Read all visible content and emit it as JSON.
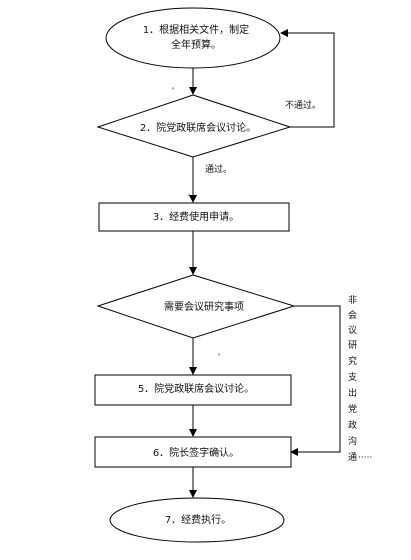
{
  "flowchart": {
    "nodes": {
      "step1": {
        "line1": "1．根据相关文件，制定",
        "line2": "全年预算。"
      },
      "step2": {
        "label": "2．院党政联席会议讨论。"
      },
      "step3": {
        "label": "3．经费使用申请。"
      },
      "step4": {
        "label": "需要会议研究事项"
      },
      "step5": {
        "label": "5．院党政联席会议讨论。"
      },
      "step6": {
        "label": "6．院长签字确认。"
      },
      "step7": {
        "label": "7．经费执行。"
      }
    },
    "edge_labels": {
      "not_passed": "不通过。",
      "passed": "通过。",
      "no_meeting": [
        "非",
        "会",
        "议",
        "研",
        "究",
        "支",
        "出",
        "党",
        "政",
        "沟",
        "通",
        "·····"
      ]
    },
    "stray_marks": [
      "。",
      "。",
      "。"
    ]
  }
}
